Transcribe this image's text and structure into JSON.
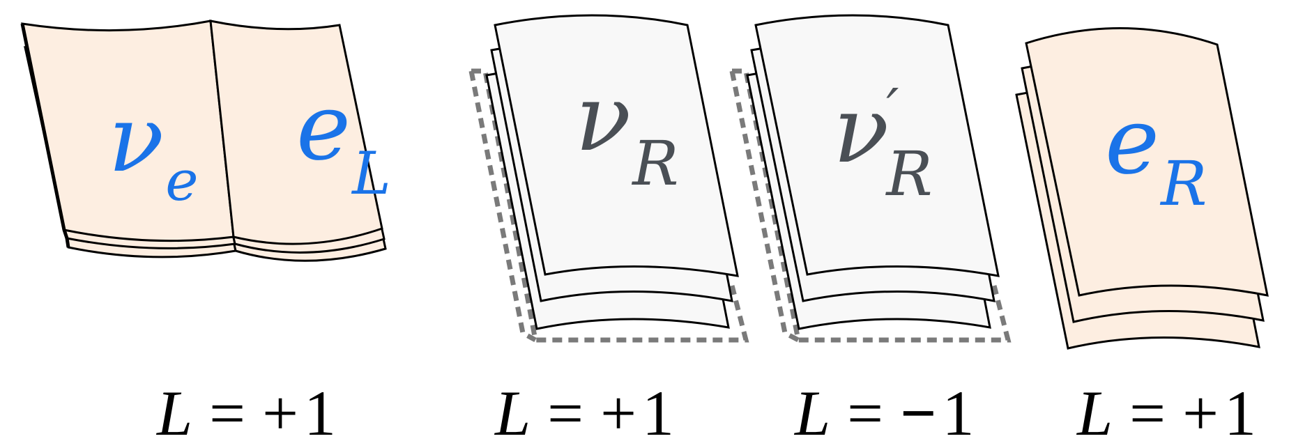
{
  "colors": {
    "lepton_page_fill": "#fdeee1",
    "lepton_text": "#1a73e8",
    "sterile_page_fill": "#f8f8f8",
    "sterile_text": "#4a4f55",
    "outline": "#000000",
    "dashed_outline": "#7a7a7a",
    "caption_text": "#000000"
  },
  "books": [
    {
      "id": "nu-e-e-L",
      "kind": "open-book",
      "fill": "lepton",
      "dashed_frame": false,
      "symbols": [
        {
          "base": "ν",
          "sub": "e",
          "prime": ""
        },
        {
          "base": "e",
          "sub": "L",
          "prime": ""
        }
      ],
      "caption": {
        "var": "L",
        "eq": "=",
        "sign": "+",
        "num": "1"
      }
    },
    {
      "id": "nu-R",
      "kind": "page-stack",
      "fill": "sterile",
      "dashed_frame": true,
      "symbols": [
        {
          "base": "ν",
          "sub": "R",
          "prime": ""
        }
      ],
      "caption": {
        "var": "L",
        "eq": "=",
        "sign": "+",
        "num": "1"
      }
    },
    {
      "id": "nu-R-prime",
      "kind": "page-stack",
      "fill": "sterile",
      "dashed_frame": true,
      "symbols": [
        {
          "base": "ν",
          "sub": "R",
          "prime": "′"
        }
      ],
      "caption": {
        "var": "L",
        "eq": "=",
        "sign": "−",
        "num": "1"
      }
    },
    {
      "id": "e-R",
      "kind": "page-stack",
      "fill": "lepton",
      "dashed_frame": false,
      "symbols": [
        {
          "base": "e",
          "sub": "R",
          "prime": ""
        }
      ],
      "caption": {
        "var": "L",
        "eq": "=",
        "sign": "+",
        "num": "1"
      }
    }
  ]
}
